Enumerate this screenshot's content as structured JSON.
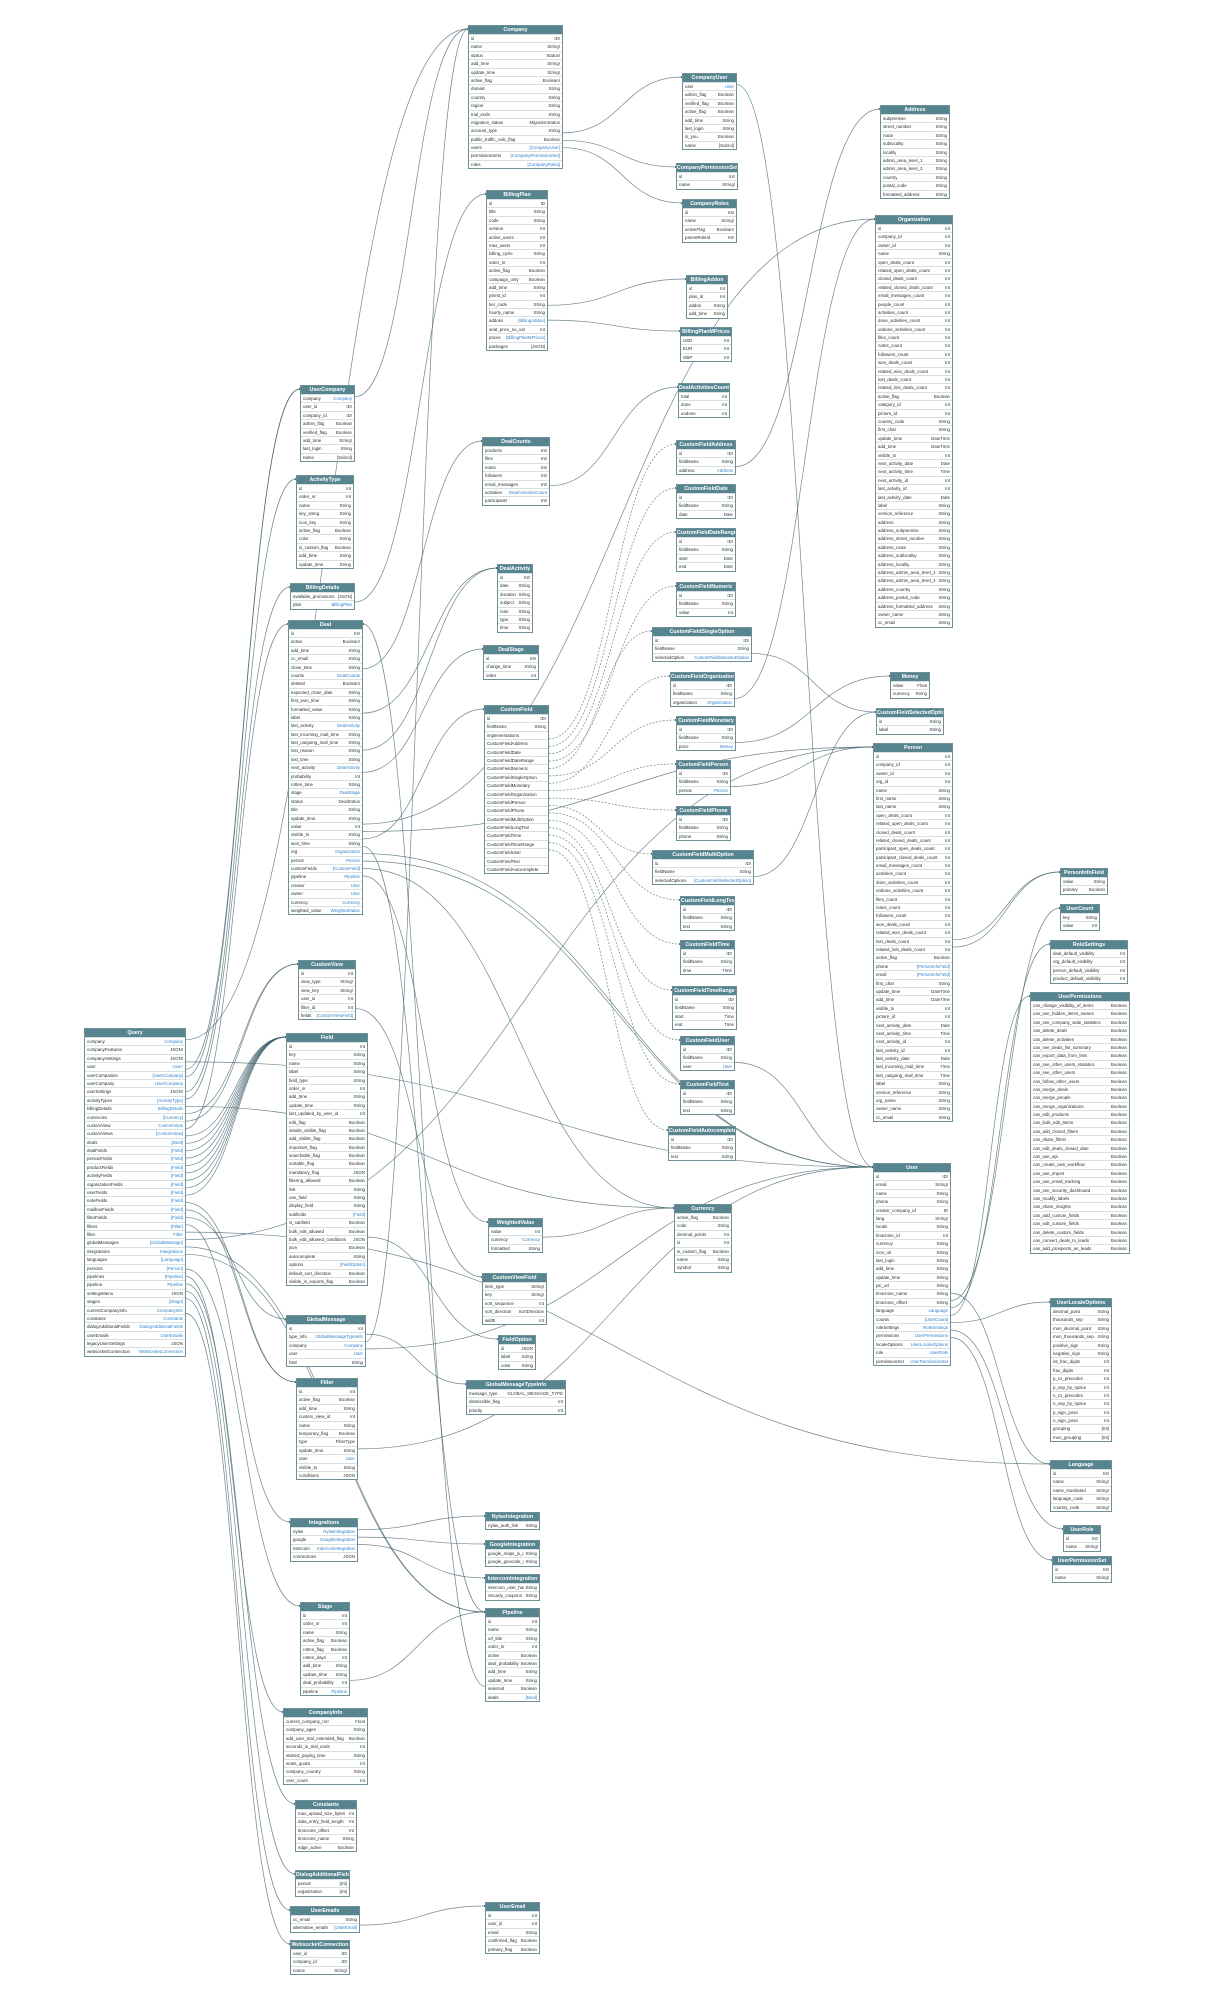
{
  "colors": {
    "header": "#56848f",
    "border": "#6f8f97",
    "link": "#2f80c9",
    "edge": "#3f5f69"
  },
  "tables": {
    "Company": [
      "id:ID!",
      "name:String!",
      "status:Status!",
      "add_time:String!",
      "update_time:String!",
      "active_flag:Boolean!",
      "domain:String",
      "country:String",
      "region:String",
      "trial_ends:String",
      "migration_status:MigrationStatus",
      "account_type:String",
      "public_traffic_calc_flag:Boolean",
      "users:[CompanyUser]",
      "permissionSets:[CompanyPermissionSet]",
      "roles:[CompanyRoles]"
    ],
    "CompanyUser": [
      "user:User",
      "admin_flag:Boolean",
      "verified_flag:Boolean",
      "active_flag:Boolean",
      "add_time:String",
      "last_login:String",
      "is_you:Boolean",
      "name:[Subrol]"
    ],
    "CompanyPermissionSet": [
      "id:Int!",
      "name:String!"
    ],
    "CompanyRoles": [
      "id:Int!",
      "name:String!",
      "activeFlag:Boolean!",
      "parentRoleId:Int!"
    ],
    "Address": [
      "subpremise:String",
      "street_number:String",
      "route:String",
      "sublocality:String",
      "locality:String",
      "admin_area_level_1:String",
      "admin_area_level_2:String",
      "country:String",
      "postal_code:String",
      "formatted_address:String"
    ],
    "Organization": [
      "id:Int",
      "company_id:Int",
      "owner_id:Int",
      "name:String",
      "open_deals_count:Int",
      "related_open_deals_count:Int",
      "closed_deals_count:Int",
      "related_closed_deals_count:Int",
      "email_messages_count:Int",
      "people_count:Int",
      "activities_count:Int",
      "done_activities_count:Int",
      "undone_activities_count:Int",
      "files_count:Int",
      "notes_count:Int",
      "followers_count:Int",
      "won_deals_count:Int",
      "related_won_deals_count:Int",
      "lost_deals_count:Int",
      "related_lost_deals_count:Int",
      "active_flag:Boolean",
      "category_id:Int",
      "picture_id:Int",
      "country_code:String",
      "first_char:String",
      "update_time:DateTime",
      "add_time:DateTime",
      "visible_to:Int",
      "next_activity_date:Date",
      "next_activity_time:Time",
      "next_activity_id:Int",
      "last_activity_id:Int",
      "last_activity_date:Date",
      "label:String",
      "version_reference:String",
      "address:String",
      "address_subpremise:String",
      "address_street_number:String",
      "address_route:String",
      "address_sublocality:String",
      "address_locality:String",
      "address_admin_area_level_1:String",
      "address_admin_area_level_2:String",
      "address_country:String",
      "address_postal_code:String",
      "address_formatted_address:String",
      "owner_name:String",
      "cc_email:String"
    ],
    "BillingPlan": [
      "id:ID",
      "title:String",
      "code:String",
      "version:Int",
      "active_users:Int",
      "max_users:Int",
      "billing_cycle:String",
      "order_nr:Int",
      "active_flag:Boolean",
      "campaign_only:Boolean",
      "add_time:String",
      "ptrest_id:Int",
      "tier_code:String",
      "hourly_name:String",
      "addons:[BillingAddon]",
      "seat_price_no_vat:Int",
      "prices:[BillingPlanMPrices]",
      "packages:[JSON]"
    ],
    "BillingAddon": [
      "id:Int",
      "plan_id:Int",
      "addon:String",
      "add_time:String"
    ],
    "BillingPlanMPrices": [
      "USD:Int",
      "EUR:Int",
      "GBP:Int"
    ],
    "UserCompany": [
      "company:Company",
      "user_id:ID!",
      "company_id:ID!",
      "admin_flag:Boolean",
      "verified_flag:Boolean",
      "add_time:String!",
      "last_login:String",
      "name:[Subrol]"
    ],
    "ActivityType": [
      "id:Int",
      "order_nr:Int",
      "name:String",
      "key_string:String",
      "icon_key:String",
      "active_flag:Boolean",
      "color:String",
      "is_custom_flag:Boolean",
      "add_time:String",
      "update_time:String"
    ],
    "DealCounts": [
      "products:Int!",
      "files:Int!",
      "notes:Int!",
      "followers:Int!",
      "email_messages:Int!",
      "activities:DealActivitiesCount",
      "participants:Int!"
    ],
    "DealActivitiesCount": [
      "total:Int",
      "done:Int",
      "undone:Int"
    ],
    "BillingDetails": [
      "available_promotions:[JSON]",
      "plan:BillingPlan"
    ],
    "DealActivity": [
      "id:Int!",
      "date:String",
      "duration:String",
      "subject:String",
      "note:String",
      "type:String",
      "time:String"
    ],
    "DealStage": [
      "id:Int!",
      "change_time:String",
      "order:Int"
    ],
    "Deal": [
      "id:Int!",
      "active:Boolean!",
      "add_time:String",
      "cc_email:String",
      "close_time:String",
      "counts:DealCounts",
      "deleted:Boolean!",
      "expected_close_date:String",
      "first_won_time:String",
      "formatted_value:String",
      "label:String",
      "last_activity:DealActivity",
      "last_incoming_mail_time:String",
      "last_outgoing_mail_time:String",
      "lost_reason:String",
      "lost_time:String",
      "next_activity:DealActivity",
      "probability:Int",
      "rotten_time:String",
      "stage:DealStage",
      "status:DealStatus",
      "title:String",
      "update_time:String",
      "value:Int",
      "visible_to:String",
      "won_time:String",
      "org:Organization",
      "person:Person",
      "customFields:[CustomField]",
      "pipeline:Pipeline",
      "creator:User",
      "owner:User",
      "currency:Currency",
      "weighted_value:WeightedValue"
    ],
    "CustomFieldAddress": [
      "id:ID!",
      "fieldName:String",
      "address:Address"
    ],
    "CustomFieldDate": [
      "id:ID!",
      "fieldName:String",
      "date:Date"
    ],
    "CustomFieldDateRange": [
      "id:ID!",
      "fieldName:String",
      "start:Date",
      "end:Date"
    ],
    "CustomFieldNumeric": [
      "id:ID!",
      "fieldName:String",
      "value:Int"
    ],
    "CustomFieldSingleOption": [
      "id:ID!",
      "fieldName:String",
      "selectedOption:CustomFieldSelectedOption"
    ],
    "CustomFieldOrganization": [
      "id:ID!",
      "fieldName:String",
      "organization:Organization"
    ],
    "Money": [
      "value:Float",
      "currency:String"
    ],
    "CustomFieldSelectedOption": [
      "id:String",
      "label:String"
    ],
    "CustomFieldMonetary": [
      "id:ID!",
      "fieldName:String",
      "price:Money"
    ],
    "CustomField": [
      "id:ID!",
      "fieldName:String",
      "implementations:",
      "CustomFieldAddress:",
      "CustomFieldDate:",
      "CustomFieldDateRange:",
      "CustomFieldNumeric:",
      "CustomFieldSingleOption:",
      "CustomFieldMonetary:",
      "CustomFieldOrganization:",
      "CustomFieldPerson:",
      "CustomFieldPhone:",
      "CustomFieldMultiOption:",
      "CustomFieldLongText:",
      "CustomFieldTime:",
      "CustomFieldTimeRange:",
      "CustomFieldUser:",
      "CustomFieldText:",
      "CustomFieldAutocomplete:"
    ],
    "CustomFieldPerson": [
      "id:ID!",
      "fieldName:String",
      "person:Person"
    ],
    "CustomFieldPhone": [
      "id:ID!",
      "fieldName:String",
      "phone:String"
    ],
    "CustomFieldMultiOption": [
      "id:ID!",
      "fieldName:String",
      "selectedOptions:[CustomFieldSelectedOption]"
    ],
    "Person": [
      "id:Int",
      "company_id:Int",
      "owner_id:Int",
      "org_id:Int",
      "name:String",
      "first_name:String",
      "last_name:String",
      "open_deals_count:Int",
      "related_open_deals_count:Int",
      "closed_deals_count:Int",
      "related_closed_deals_count:Int",
      "participant_open_deals_count:Int",
      "participant_closed_deals_count:Int",
      "email_messages_count:Int",
      "activities_count:Int",
      "done_activities_count:Int",
      "undone_activities_count:Int",
      "files_count:Int",
      "notes_count:Int",
      "followers_count:Int",
      "won_deals_count:Int",
      "related_won_deals_count:Int",
      "lost_deals_count:Int",
      "related_lost_deals_count:Int",
      "active_flag:Boolean",
      "phone:[PersonInfoField]",
      "email:[PersonInfoField]",
      "first_char:String",
      "update_time:DateTime",
      "add_time:DateTime",
      "visible_to:Int",
      "picture_id:Int",
      "next_activity_date:Date",
      "next_activity_time:Time",
      "next_activity_id:Int",
      "last_activity_id:Int",
      "last_activity_date:Date",
      "last_incoming_mail_time:Time",
      "last_outgoing_mail_time:Time",
      "label:String",
      "version_reference:String",
      "org_name:String",
      "owner_name:String",
      "cc_email:String"
    ],
    "PersonInfoField": [
      "value:String",
      "primary:Boolean"
    ],
    "UserCount": [
      "key:String",
      "value:Int"
    ],
    "RoleSettings": [
      "deal_default_visibility:Int",
      "org_default_visibility:Int",
      "person_default_visibility:Int",
      "product_default_visibility:Int"
    ],
    "UserPermissions": [
      "can_change_visibility_of_items:Boolean",
      "can_see_hidden_items_names:Boolean",
      "can_see_company_wide_statistics:Boolean",
      "can_delete_deals:Boolean",
      "can_delete_activities:Boolean",
      "can_see_deals_list_summary:Boolean",
      "can_export_data_from_lists:Boolean",
      "can_see_other_users_statistics:Boolean",
      "can_see_other_users:Boolean",
      "can_follow_other_users:Boolean",
      "can_merge_deals:Boolean",
      "can_merge_people:Boolean",
      "can_merge_organizations:Boolean",
      "can_edit_products:Boolean",
      "can_bulk_edit_items:Boolean",
      "can_add_closed_filters:Boolean",
      "can_share_filters:Boolean",
      "can_edit_deals_closed_date:Boolean",
      "can_use_api:Boolean",
      "can_create_own_workflow:Boolean",
      "can_use_import:Boolean",
      "can_use_email_tracking:Boolean",
      "can_see_security_dashboard:Boolean",
      "can_modify_labels:Boolean",
      "can_share_insights:Boolean",
      "can_add_custom_fields:Boolean",
      "can_edit_custom_fields:Boolean",
      "can_delete_custom_fields:Boolean",
      "can_convert_deals_to_leads:Boolean",
      "can_add_prospects_as_leads:Boolean"
    ],
    "UserLocaleOptions": [
      "decimal_point:String",
      "thousands_sep:String",
      "mon_decimal_point:String",
      "mon_thousands_sep:String",
      "positive_sign:String",
      "negative_sign:String",
      "int_frac_digits:Int",
      "frac_digits:Int",
      "p_cs_precedes:Int",
      "p_sep_by_space:Int",
      "n_cs_precedes:Int",
      "n_sep_by_space:Int",
      "p_sign_posn:Int",
      "n_sign_posn:Int",
      "grouping:[Int]",
      "mon_grouping:[Int]"
    ],
    "Language": [
      "id:Int!",
      "name:String!",
      "name_translated:String!",
      "language_code:String!",
      "country_code:String!"
    ],
    "UserRole": [
      "id:Int!",
      "name:String!"
    ],
    "UserPermissionSet": [
      "id:Int!",
      "name:String!"
    ],
    "CustomFieldLongText": [
      "id:ID!",
      "fieldName:String",
      "text:String"
    ],
    "CustomFieldTime": [
      "id:ID!",
      "fieldName:String",
      "time:Time"
    ],
    "CustomFieldTimeRange": [
      "id:ID!",
      "fieldName:String",
      "start:Time",
      "end:Time"
    ],
    "CustomFieldUser": [
      "id:ID!",
      "fieldName:String",
      "user:User"
    ],
    "CustomFieldText": [
      "id:ID!",
      "fieldName:String",
      "text:String"
    ],
    "CustomFieldAutocomplete": [
      "id:ID!",
      "fieldName:String",
      "text:String"
    ],
    "CustomView": [
      "id:Int",
      "view_type:String!",
      "view_key:String!",
      "user_id:Int",
      "filter_id:Int",
      "fields:[CustomViewField]"
    ],
    "Query": [
      "company:Company",
      "companyFeatures:JSON!",
      "companySettings:JSON!",
      "user:User!",
      "userCompanies:[UserCompany]",
      "userCompany:UserCompany",
      "userSettings:JSON!",
      "activityTypes:[ActivityType]",
      "billingDetails:BillingDetails",
      "currencies:[Currency]",
      "customView:CustomView",
      "customViews:[CustomView]",
      "deals:[Deal]",
      "dealFields:[Field]",
      "personFields:[Field]",
      "productFields:[Field]",
      "activityFields:[Field]",
      "organizationFields:[Field]",
      "userFields:[Field]",
      "noteFields:[Field]",
      "mailboxFields:[Field]",
      "filterFields:[Field]",
      "filters:[Filter]",
      "filter:Filter",
      "globalMessages:[GlobalMessage]",
      "integrations:Integrations",
      "languages:[Language]",
      "persons:[Person]",
      "pipelines:[Pipeline]",
      "pipeline:Pipeline",
      "settingsMenu:JSON",
      "stages:[Stage]",
      "currentCompanyInfo:CompanyInfo",
      "constants:Constants",
      "dialogAdditionalFields:DialogAdditionalFields",
      "userEmails:UserEmails",
      "legacyUserSettings:JSON",
      "websocketConnection:WebsocketConnection"
    ],
    "Field": [
      "id:Int",
      "key:String",
      "name:String",
      "label:String",
      "field_type:String",
      "order_nr:Int",
      "add_time:String",
      "update_time:String",
      "last_updated_by_user_id:Int",
      "edit_flag:Boolean",
      "details_visible_flag:Boolean",
      "add_visible_flag:Boolean",
      "important_flag:Boolean",
      "searchable_flag:Boolean",
      "sortable_flag:Boolean",
      "mandatory_flag:JSON",
      "filtering_allowed:Boolean",
      "link:String",
      "use_field:String",
      "display_field:String",
      "subfields:[Field]",
      "is_subfield:Boolean",
      "bulk_edit_allowed:Boolean",
      "bulk_edit_allowed_conditions:JSON",
      "json:Boolean",
      "autocomplete:String",
      "options:[FieldOption]",
      "default_sort_direction:Boolean",
      "visible_in_exports_flag:Boolean"
    ],
    "Currency": [
      "active_flag:Boolean",
      "code:String",
      "decimal_points:Int",
      "id:Int",
      "is_custom_flag:Boolean",
      "name:String",
      "symbol:String"
    ],
    "WeightedValue": [
      "value:Int",
      "currency:Currency",
      "formatted:String"
    ],
    "User": [
      "id:ID!",
      "email:String!",
      "name:String",
      "phone:String",
      "creator_company_id:ID",
      "lang:String!",
      "locale:String",
      "timezone_id:Int",
      "currency:String",
      "icon_url:String",
      "last_login:String",
      "add_time:String",
      "update_time:String",
      "pic_url:String",
      "timezone_name:String",
      "timezone_offset:String",
      "language:Language",
      "counts:[UserCount]",
      "roleSettings:RoleSettings",
      "permissions:UserPermissions",
      "localeOptions:UserLocaleOptions",
      "role:UserRole",
      "permissionSet:UserPermissionSet"
    ],
    "CustomViewField": [
      "item_type:String!",
      "key:String!",
      "sort_sequence:Int",
      "sort_direction:SortDirection",
      "width:Int"
    ],
    "GlobalMessage": [
      "id:Int",
      "type_info:GlobalMessageTypeInfo",
      "company:Company",
      "user:User",
      "html:String"
    ],
    "FieldOption": [
      "id:JSON",
      "label:String",
      "color:String"
    ],
    "GlobalMessageTypeInfo": [
      "message_type:GLOBAL_MESSAGE_TYPE",
      "dismissible_flag:Int",
      "priority:Int"
    ],
    "Filter": [
      "id:Int",
      "active_flag:Boolean",
      "add_time:String",
      "custom_view_id:Int",
      "name:String",
      "temporary_flag:Boolean",
      "type:FilterType",
      "update_time:String",
      "user:User",
      "visible_to:String",
      "conditions:JSON"
    ],
    "Integrations": [
      "nylas:NylasIntegration",
      "google:GoogleIntegration",
      "intercom:IntercomIntegration",
      "connections:JSON"
    ],
    "NylasIntegration": [
      "nylas_auth_link:String"
    ],
    "GoogleIntegration": [
      "google_maps_js_url:String",
      "google_geocode_url:String"
    ],
    "IntercomIntegration": [
      "intercom_user_hash:String",
      "viscarty_coupons:String"
    ],
    "Stage": [
      "id:Int",
      "order_nr:Int",
      "name:String",
      "active_flag:Boolean",
      "rotten_flag:Boolean",
      "rotten_days:Int",
      "add_time:String",
      "update_time:String",
      "deal_probability:Int",
      "pipeline:Pipeline"
    ],
    "Pipeline": [
      "id:Int",
      "name:String",
      "url_title:String",
      "order_nr:Int",
      "active:Boolean",
      "deal_probability:Boolean",
      "add_time:String",
      "update_time:String",
      "selected:Boolean",
      "deals:[Deal]"
    ],
    "CompanyInfo": [
      "current_company_mrr:Float",
      "company_ages:String",
      "add_user_trial_extended_flag:Boolean",
      "seconds_in_trial_ends:Int",
      "started_paying_time:String",
      "seats_quota:Int",
      "company_country:String",
      "user_count:Int"
    ],
    "Constants": [
      "max_upload_size_bytes:Int",
      "data_entry_field_length:Int",
      "timezone_offset:Int",
      "timezone_name:String",
      "edge_active:Boolean"
    ],
    "DialogAdditionalFields": [
      "person:[Int]",
      "organization:[Int]"
    ],
    "UserEmails": [
      "cc_email:String",
      "alternative_emails:[UserEmail]"
    ],
    "UserEmail": [
      "id:Int",
      "user_id:Int",
      "email:String",
      "confirmed_flag:Boolean",
      "primary_flag:Boolean"
    ],
    "WebsocketConnection": [
      "user_id:ID!",
      "company_id:ID!",
      "nonce:String!"
    ]
  }
}
